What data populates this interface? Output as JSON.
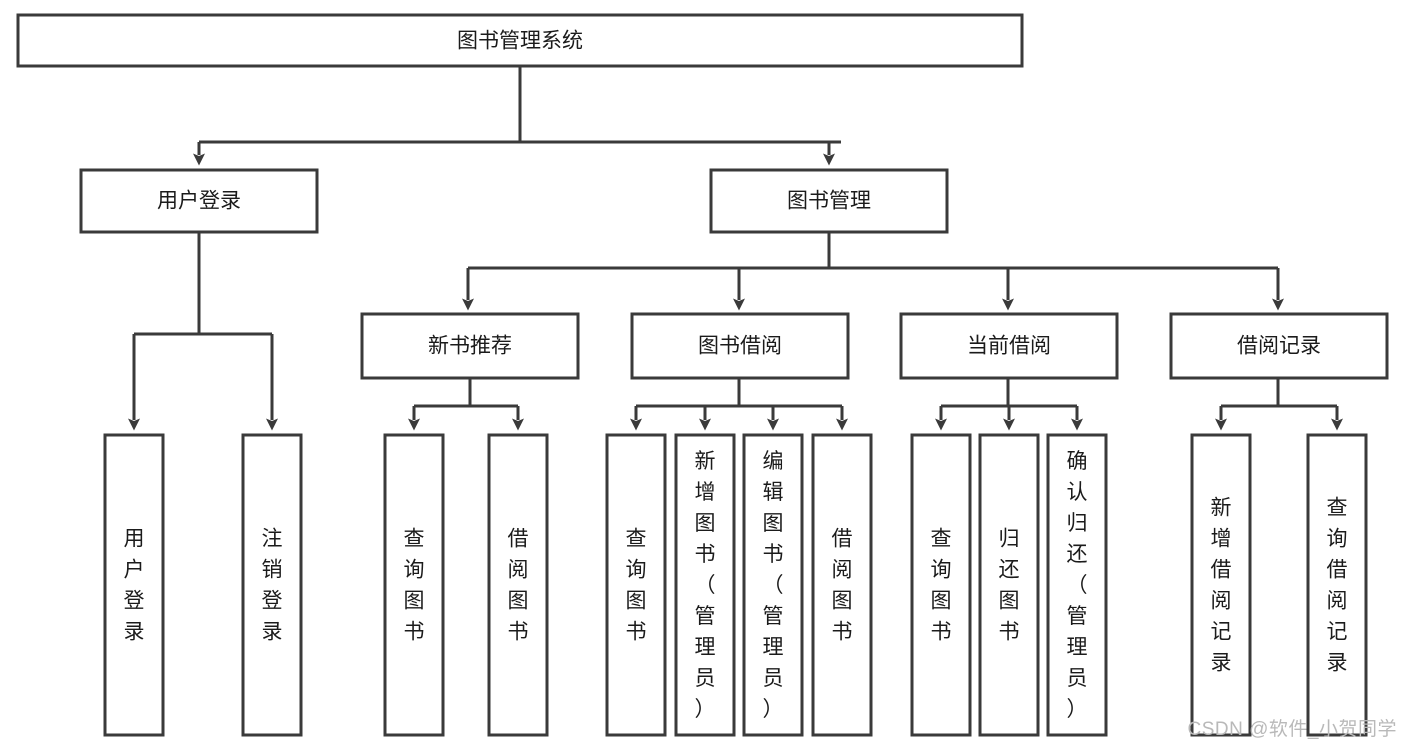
{
  "diagram": {
    "title": "图书管理系统",
    "watermark": "CSDN @软件_小贺同学",
    "colors": {
      "stroke": "#3a3a3a",
      "fill": "#ffffff",
      "text": "#1b1b1b",
      "watermark": "#b9b9b9",
      "background": "#ffffff"
    },
    "nodes": {
      "root": {
        "label": "图书管理系统",
        "orientation": "horizontal"
      },
      "level2": [
        {
          "id": "user-login",
          "label": "用户登录",
          "orientation": "horizontal"
        },
        {
          "id": "book-manage",
          "label": "图书管理",
          "orientation": "horizontal"
        }
      ],
      "level3": [
        {
          "id": "new-book-recommend",
          "label": "新书推荐",
          "orientation": "horizontal"
        },
        {
          "id": "book-borrow",
          "label": "图书借阅",
          "orientation": "horizontal"
        },
        {
          "id": "current-borrow",
          "label": "当前借阅",
          "orientation": "horizontal"
        },
        {
          "id": "borrow-record",
          "label": "借阅记录",
          "orientation": "horizontal"
        }
      ],
      "leaves": {
        "user-login": [
          {
            "id": "leaf-user-login",
            "label": "用户登录",
            "orientation": "vertical"
          },
          {
            "id": "leaf-logout-login",
            "label": "注销登录",
            "orientation": "vertical"
          }
        ],
        "new-book-recommend": [
          {
            "id": "leaf-query-book-1",
            "label": "查询图书",
            "orientation": "vertical"
          },
          {
            "id": "leaf-borrow-book-1",
            "label": "借阅图书",
            "orientation": "vertical"
          }
        ],
        "book-borrow": [
          {
            "id": "leaf-query-book-2",
            "label": "查询图书",
            "orientation": "vertical"
          },
          {
            "id": "leaf-add-book-admin",
            "label": "新增图书（管理员）",
            "orientation": "vertical"
          },
          {
            "id": "leaf-edit-book-admin",
            "label": "编辑图书（管理员）",
            "orientation": "vertical"
          },
          {
            "id": "leaf-borrow-book-2",
            "label": "借阅图书",
            "orientation": "vertical"
          }
        ],
        "current-borrow": [
          {
            "id": "leaf-query-book-3",
            "label": "查询图书",
            "orientation": "vertical"
          },
          {
            "id": "leaf-return-book",
            "label": "归还图书",
            "orientation": "vertical"
          },
          {
            "id": "leaf-confirm-return-admin",
            "label": "确认归还（管理员）",
            "orientation": "vertical"
          }
        ],
        "borrow-record": [
          {
            "id": "leaf-add-borrow-record",
            "label": "新增借阅记录",
            "orientation": "vertical"
          },
          {
            "id": "leaf-query-borrow-record",
            "label": "查询借阅记录",
            "orientation": "vertical"
          }
        ]
      }
    }
  }
}
